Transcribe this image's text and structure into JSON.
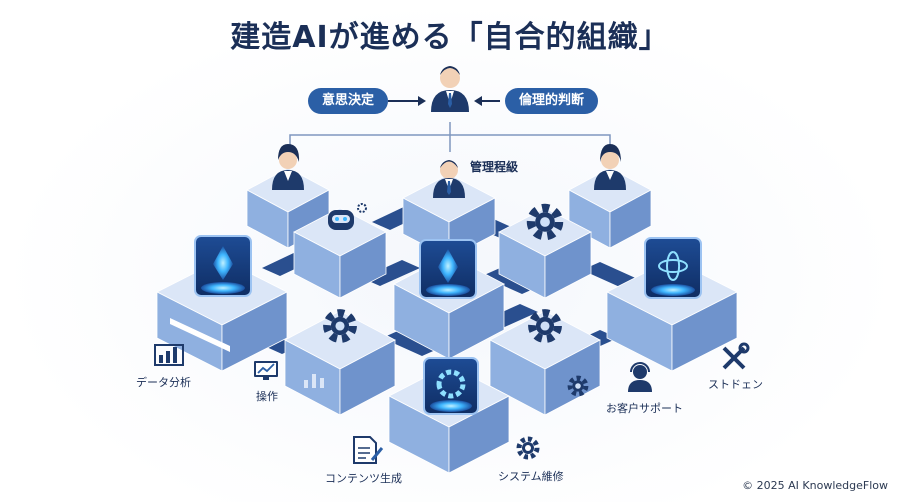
{
  "title": "建造AIが進める「自合的組織」",
  "top": {
    "left_pill": "意思決定",
    "right_pill": "倫理的判断"
  },
  "management_label": "管理程級",
  "labels": {
    "data_analysis": "データ分析",
    "operation": "操作",
    "content": "コンテンツ生成",
    "system": "システム維修",
    "support": "お客户サポート",
    "tools": "ストドェン"
  },
  "footer": {
    "copyright": "© 2025 AI KnowledgeFlow"
  },
  "colors": {
    "navy": "#1b2f57",
    "accent": "#2b5fa6",
    "block_top": "#dbe6f7",
    "block_left": "#8fb0e0",
    "block_right": "#6f93cc",
    "glow": "#3fb6ff"
  }
}
